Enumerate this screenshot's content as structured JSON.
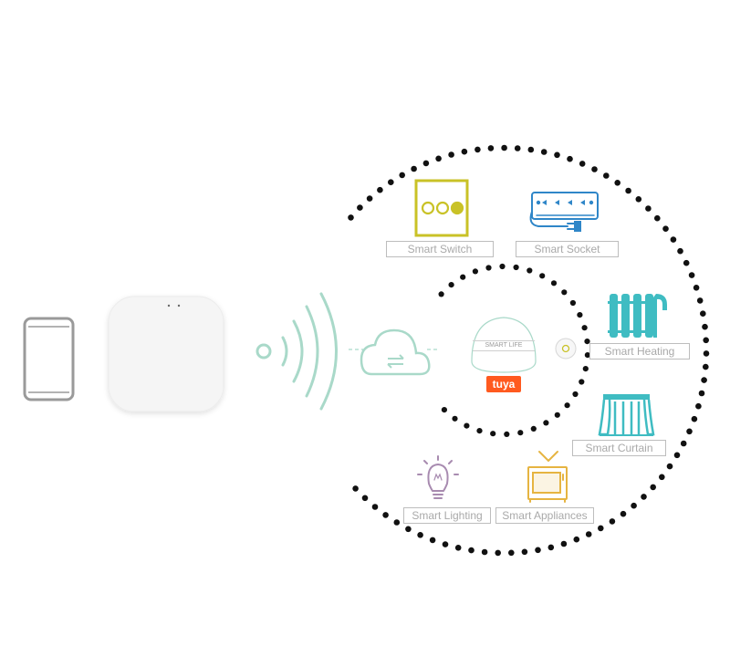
{
  "colors": {
    "switch": "#c9c227",
    "socket": "#2f86c8",
    "heating": "#3fbcc2",
    "curtain": "#3fbcc2",
    "lighting": "#a88bb0",
    "appliances": "#e6b441",
    "phone": "#9a9a9a",
    "signal": "#a9d9c9",
    "cloud": "#a9d9c9",
    "hub_border": "#a9d9c9",
    "dots": "#111111",
    "brand_bg": "#ff5a1f"
  },
  "devices": {
    "switch": {
      "label": "Smart Switch",
      "icon": "switch-panel-icon"
    },
    "socket": {
      "label": "Smart Socket",
      "icon": "power-strip-icon"
    },
    "heating": {
      "label": "Smart Heating",
      "icon": "radiator-icon"
    },
    "curtain": {
      "label": "Smart Curtain",
      "icon": "curtain-icon"
    },
    "lighting": {
      "label": "Smart Lighting",
      "icon": "light-bulb-icon"
    },
    "appliances": {
      "label": "Smart Appliances",
      "icon": "tv-icon"
    }
  },
  "hub": {
    "name": "SMART LIFE",
    "brand": "tuya"
  },
  "icons": {
    "phone": "smartphone-icon",
    "gateway": "gateway-device-icon",
    "signal": "wireless-signal-icon",
    "cloud": "cloud-sync-icon"
  }
}
